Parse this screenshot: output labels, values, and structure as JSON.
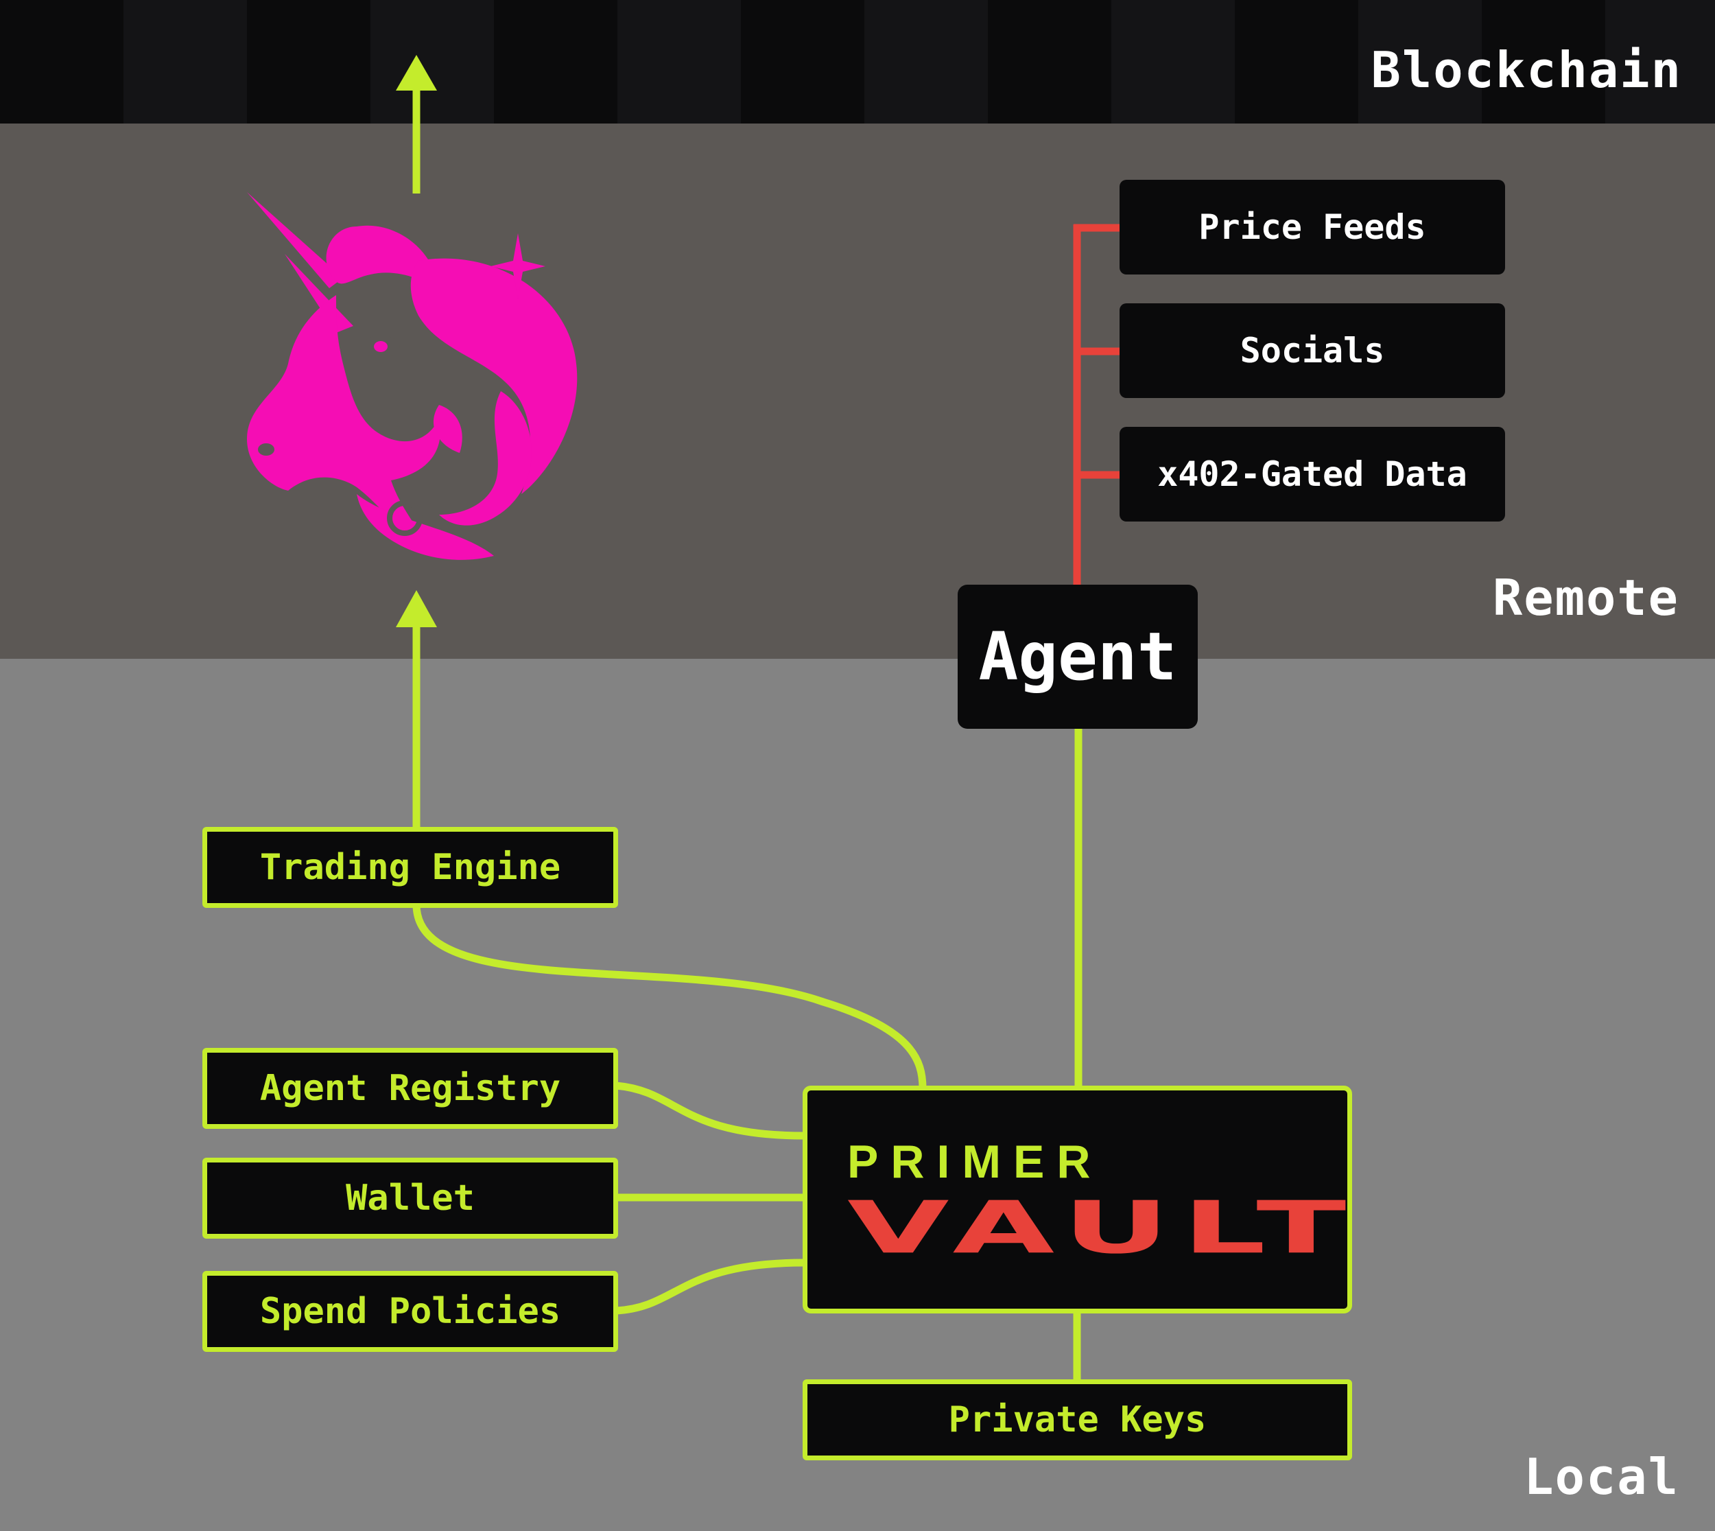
{
  "zones": {
    "blockchain": "Blockchain",
    "remote": "Remote",
    "local": "Local"
  },
  "remote_sources": [
    {
      "label": "Price Feeds"
    },
    {
      "label": "Socials"
    },
    {
      "label": "x402-Gated Data"
    }
  ],
  "agent": {
    "label": "Agent"
  },
  "local_modules": {
    "trading_engine": "Trading Engine",
    "agent_registry": "Agent Registry",
    "wallet": "Wallet",
    "spend_policies": "Spend Policies",
    "private_keys": "Private Keys"
  },
  "vault": {
    "brand": "PRIMER",
    "product": "VAULT"
  },
  "logo": {
    "icon": "uniswap-unicorn-icon"
  },
  "colors": {
    "local_connector": "#c4ec2c",
    "remote_connector": "#e8423a",
    "logo": "#f50db4",
    "box_fill": "#0a0a0b"
  }
}
